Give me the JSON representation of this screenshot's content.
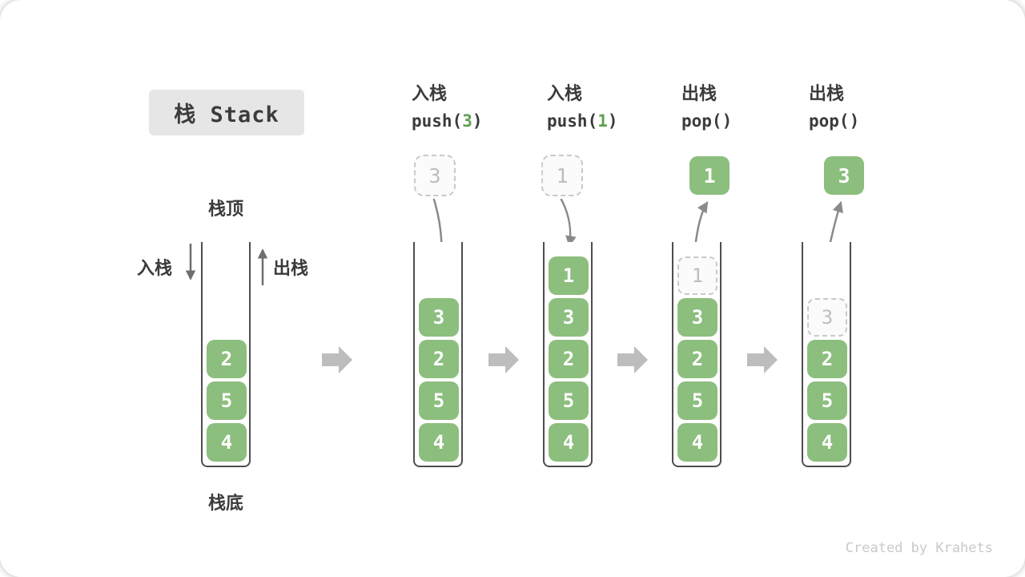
{
  "title": "栈 Stack",
  "watermark": "Created by Krahets",
  "colors": {
    "cell_green": "#8cbe7d",
    "code_arg_green": "#5fa053",
    "curve_arrow_gray": "#8a8a8a",
    "flow_arrow_gray": "#bdbdbd",
    "ghost_border_gray": "#c9c9c9",
    "title_box_bg": "#e6e6e6"
  },
  "stack1_labels": {
    "top": "栈顶",
    "bottom": "栈底",
    "push_side": "入栈",
    "pop_side": "出栈"
  },
  "operations": [
    {
      "title": "入栈",
      "code_pre": "push(",
      "code_arg": "3",
      "code_post": ")"
    },
    {
      "title": "入栈",
      "code_pre": "push(",
      "code_arg": "1",
      "code_post": ")"
    },
    {
      "title": "出栈",
      "code_pre": "pop(",
      "code_arg": "",
      "code_post": ")"
    },
    {
      "title": "出栈",
      "code_pre": "pop(",
      "code_arg": "",
      "code_post": ")"
    }
  ],
  "stacks": [
    {
      "cells": [
        "2",
        "5",
        "4"
      ]
    },
    {
      "incoming": "3",
      "cells": [
        "3",
        "2",
        "5",
        "4"
      ]
    },
    {
      "incoming": "1",
      "cells": [
        "1",
        "3",
        "2",
        "5",
        "4"
      ]
    },
    {
      "outgoing": "1",
      "ghost": "1",
      "cells": [
        "3",
        "2",
        "5",
        "4"
      ]
    },
    {
      "outgoing": "3",
      "ghost": "3",
      "cells": [
        "2",
        "5",
        "4"
      ]
    }
  ]
}
